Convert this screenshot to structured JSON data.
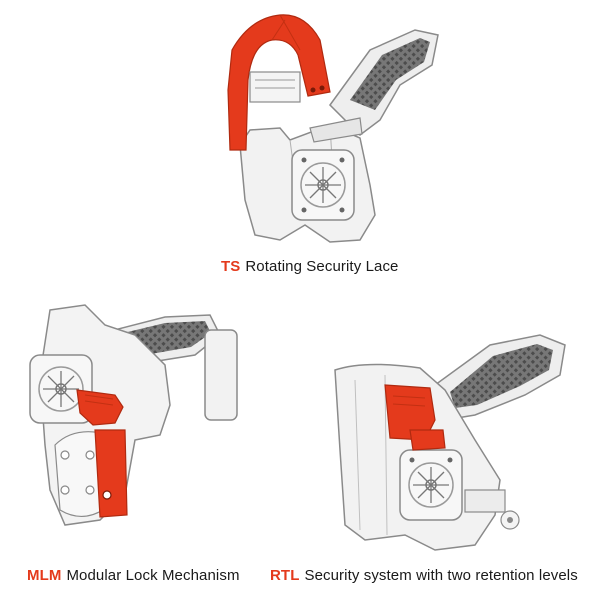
{
  "panels": [
    {
      "code": "TS",
      "label": "Rotating Security Lace"
    },
    {
      "code": "MLM",
      "label": "Modular Lock Mechanism"
    },
    {
      "code": "RTL",
      "label": "Security system with two retention levels"
    }
  ],
  "colors": {
    "accent": "#e43a1c",
    "holster": "#f2f2f2",
    "outline": "#8a8a8a",
    "grip_texture": "#5a5a5a",
    "text": "#1a1a1a"
  }
}
